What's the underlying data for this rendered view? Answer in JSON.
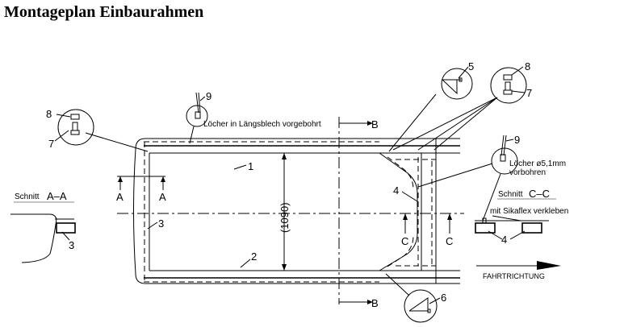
{
  "title": "Montageplan Einbaurahmen",
  "notes": {
    "holes_long_sheet": "Löcher in Längsblech vorgebohrt",
    "holes_drill_1": "Löcher ø5,1mm",
    "holes_drill_2": "vorbohren",
    "sikaflex": "mit Sikaflex verkleben",
    "direction": "FAHRTRICHTUNG",
    "dimension": "(1090)"
  },
  "sections": {
    "schnitt": "Schnitt",
    "aa": "A–A",
    "cc": "C–C"
  },
  "markers": {
    "a": "A",
    "b": "B",
    "c": "C"
  },
  "parts": {
    "p1": "1",
    "p2": "2",
    "p3": "3",
    "p4": "4",
    "p5": "5",
    "p6": "6",
    "p7": "7",
    "p8": "8",
    "p9": "9"
  }
}
